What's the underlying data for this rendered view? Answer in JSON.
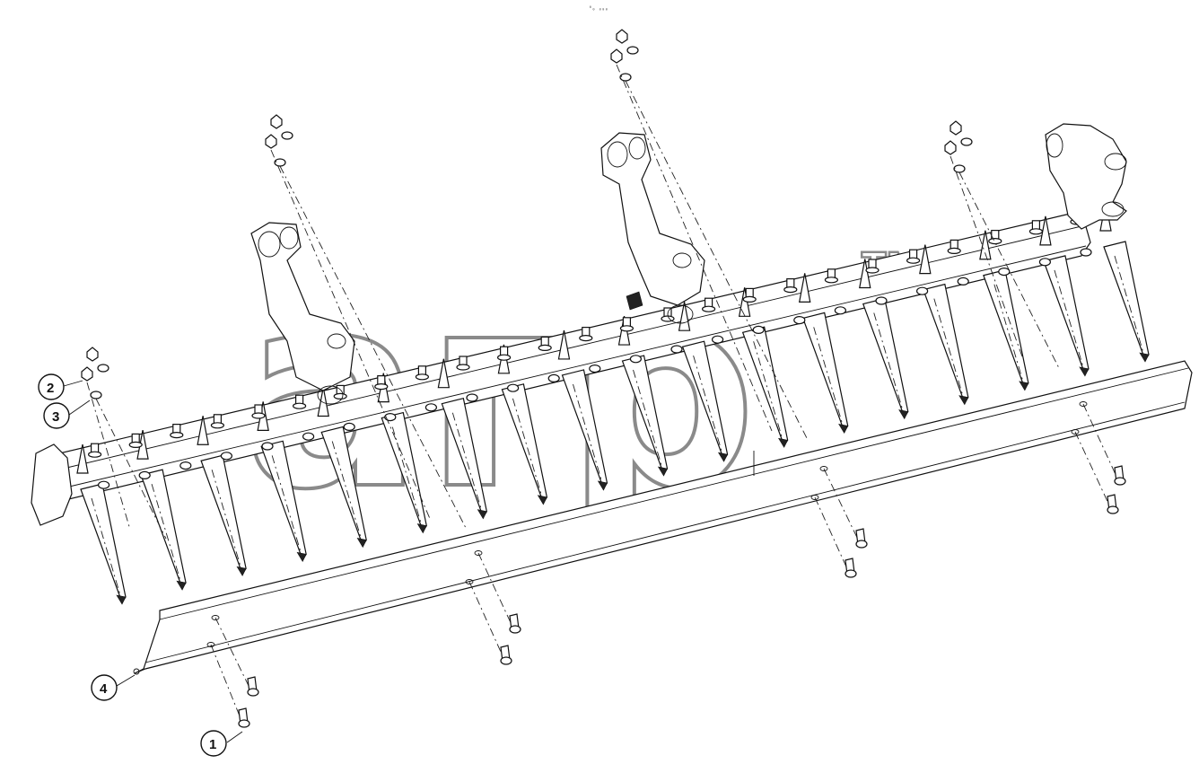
{
  "drawing_code": "⁰₀ ₀₀₀",
  "callouts": [
    {
      "label": "1"
    },
    {
      "label": "2"
    },
    {
      "label": "3"
    },
    {
      "label": "4"
    }
  ]
}
